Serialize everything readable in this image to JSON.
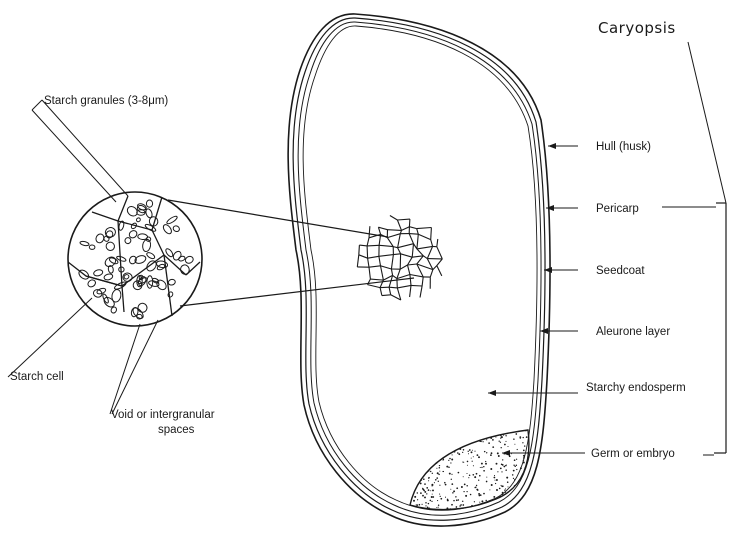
{
  "diagram": {
    "title": "Caryopsis",
    "labels": {
      "starch_granules": "Starch granules (3-8μm)",
      "starch_cell": "Starch cell",
      "void_spaces_line1": "Void or intergranular",
      "void_spaces_line2": "spaces",
      "hull": "Hull (husk)",
      "pericarp": "Pericarp",
      "seedcoat": "Seedcoat",
      "aleurone": "Aleurone layer",
      "endosperm": "Starchy endosperm",
      "germ": "Germ or embryo"
    },
    "ink_color": "#1a1a1a"
  }
}
